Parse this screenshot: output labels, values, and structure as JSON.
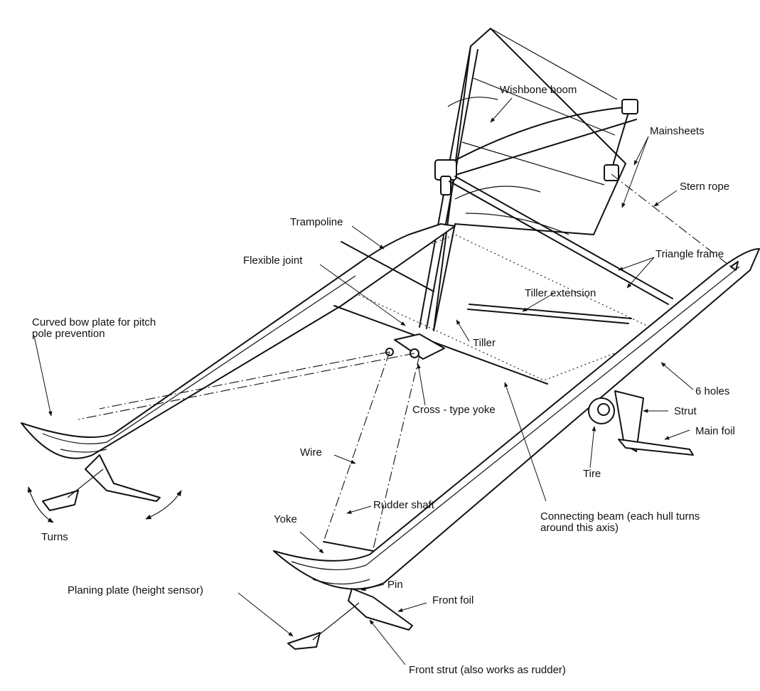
{
  "labels": {
    "wishbone_boom": "Wishbone boom",
    "mainsheets": "Mainsheets",
    "stern_rope": "Stern rope",
    "trampoline": "Trampoline",
    "flexible_joint": "Flexible joint",
    "triangle_frame": "Triangle frame",
    "tiller_extension": "Tiller extension",
    "tiller": "Tiller",
    "curved_bow_plate_line1": "Curved bow plate for pitch",
    "curved_bow_plate_line2": "pole prevention",
    "cross_type_yoke": "Cross - type yoke",
    "six_holes": "6 holes",
    "strut": "Strut",
    "main_foil": "Main foil",
    "tire": "Tire",
    "wire": "Wire",
    "rudder_shaft": "Rudder shaft",
    "yoke": "Yoke",
    "turns": "Turns",
    "connecting_beam_line1": "Connecting beam (each hull turns",
    "connecting_beam_line2": "around this axis)",
    "pin": "Pin",
    "front_foil": "Front foil",
    "planing_plate": "Planing plate (height sensor)",
    "front_strut": "Front strut (also works as rudder)"
  }
}
